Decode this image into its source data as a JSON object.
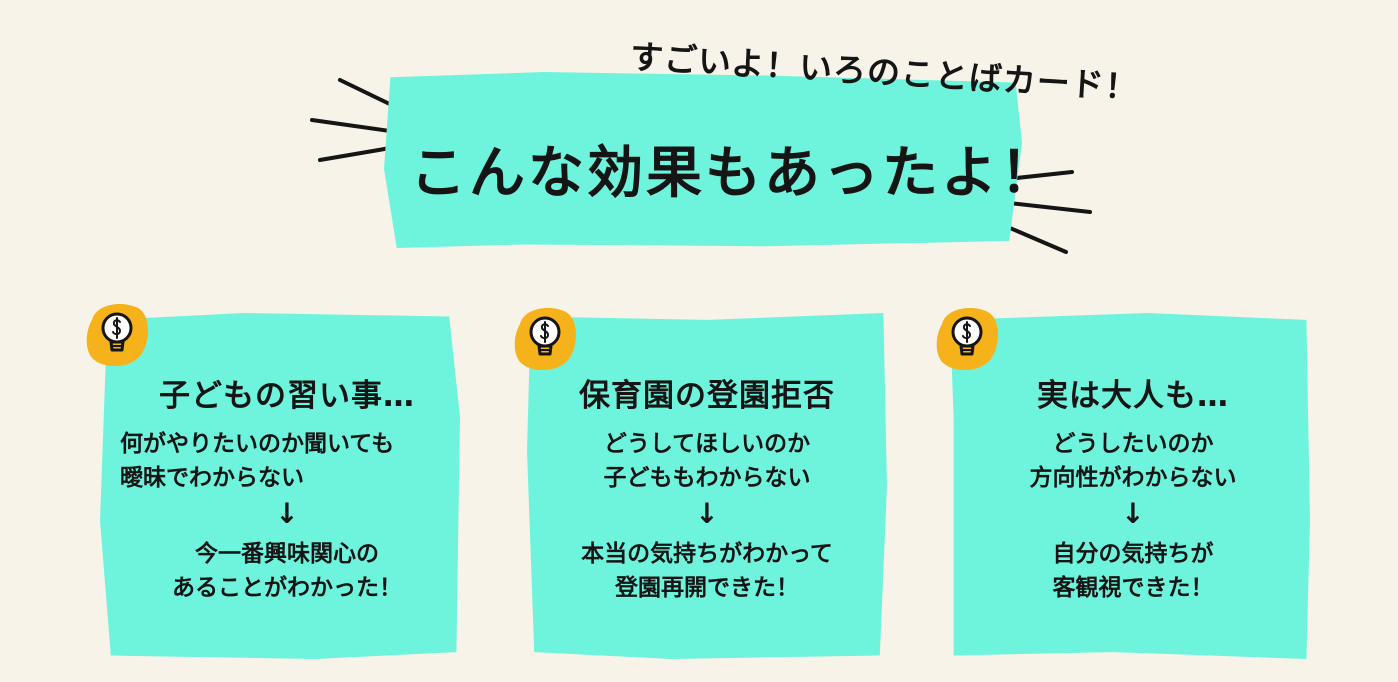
{
  "header": {
    "subtitle": "すごいよ！いろのことばカード！",
    "title": "こんな効果もあったよ！"
  },
  "colors": {
    "background": "#f8f3e8",
    "card": "#6ef4dc",
    "bulb_badge": "#f6b21b",
    "text": "#151515"
  },
  "cards": [
    {
      "heading": "子どもの習い事…",
      "before": "何がやりたいのか聞いても\n曖昧でわからない",
      "arrow": "↓",
      "after": "今一番興味関心の\nあることがわかった！",
      "icon": "lightbulb-icon"
    },
    {
      "heading": "保育園の登園拒否",
      "before": "どうしてほしいのか\n子どももわからない",
      "arrow": "↓",
      "after": "本当の気持ちがわかって\n登園再開できた！",
      "icon": "lightbulb-icon"
    },
    {
      "heading": "実は大人も…",
      "before": "どうしたいのか\n方向性がわからない",
      "arrow": "↓",
      "after": "自分の気持ちが\n客観視できた！",
      "icon": "lightbulb-icon"
    }
  ]
}
